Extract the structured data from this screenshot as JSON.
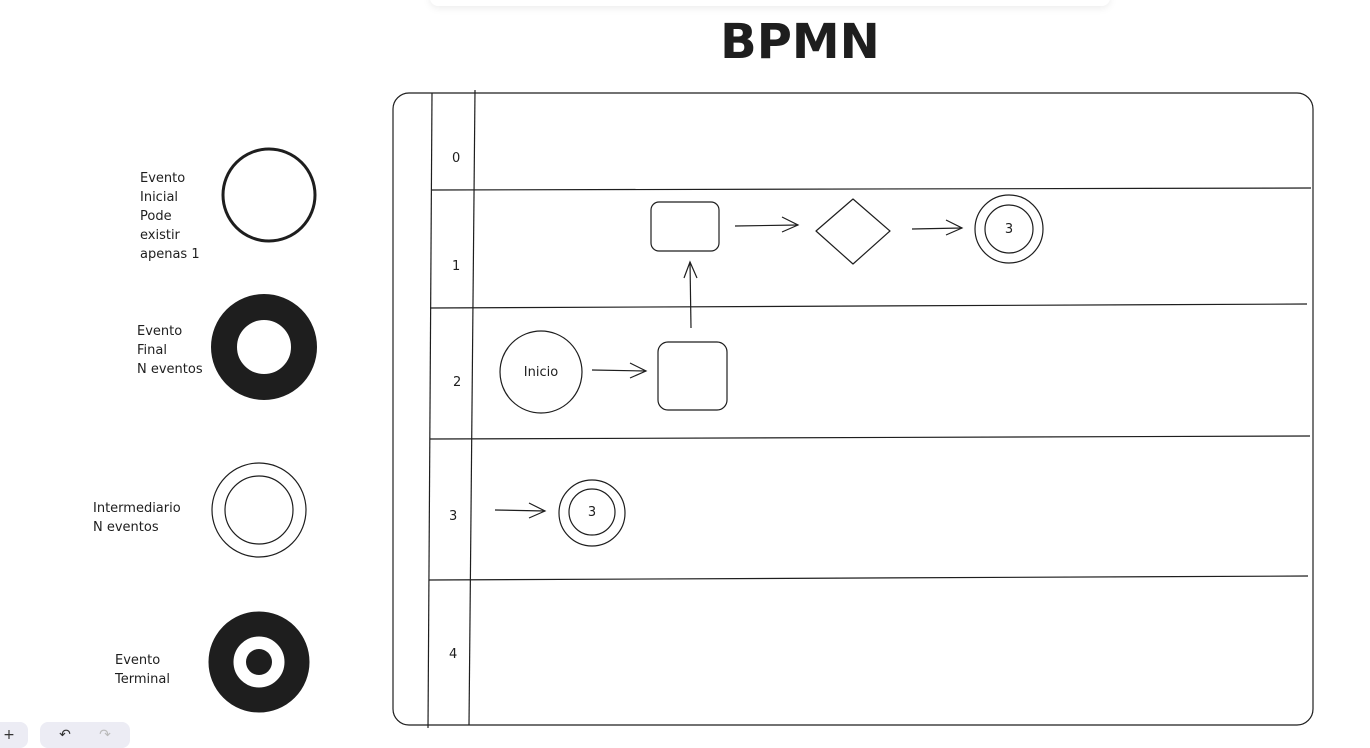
{
  "title": "BPMN",
  "legend": {
    "start_event": [
      "Evento",
      "Inicial",
      "Pode",
      "existir",
      "apenas 1"
    ],
    "end_event": [
      "Evento",
      "Final",
      "N eventos"
    ],
    "intermediate_event": [
      "Intermediario",
      "N eventos"
    ],
    "terminal_event": [
      "Evento",
      "Terminal"
    ]
  },
  "lanes": [
    "0",
    "1",
    "2",
    "3",
    "4"
  ],
  "shapes": {
    "start_label": "Inicio",
    "link_event_lane1": "3",
    "link_event_lane3": "3"
  },
  "footer": {
    "zoom_label": "+",
    "undo_glyph": "↶",
    "redo_glyph": "↷"
  },
  "colors": {
    "stroke": "#1e1e1e",
    "background": "#ffffff",
    "toolbar": "#ececf4"
  }
}
